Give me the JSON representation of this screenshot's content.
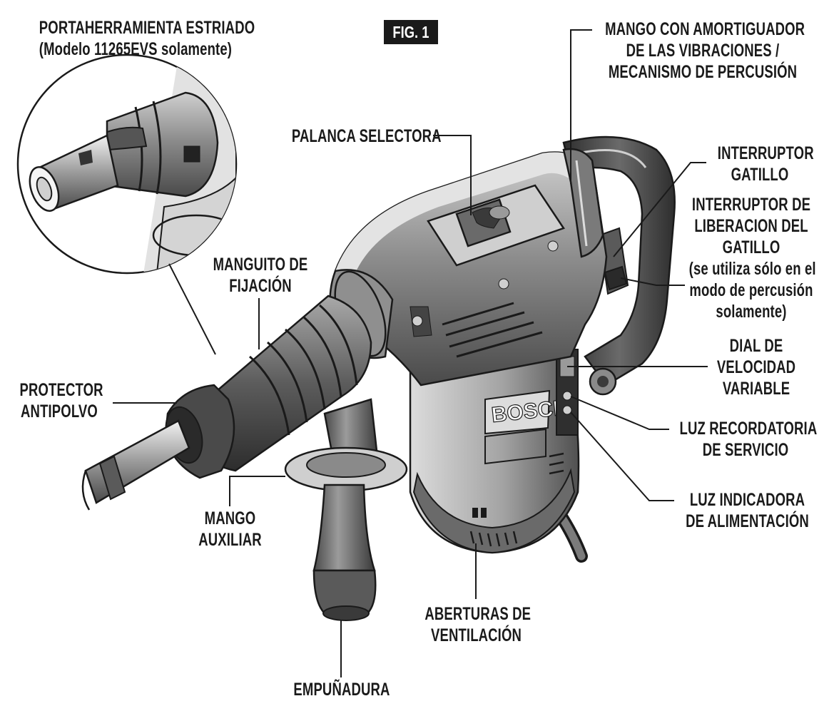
{
  "figure": {
    "badge": "FIG. 1"
  },
  "brand": "BOSCH",
  "callouts": {
    "portaherramienta": [
      "PORTAHERRAMIENTA ESTRIADO",
      "(Modelo 11265EVS solamente)"
    ],
    "mango_amortiguador": [
      "MANGO CON AMORTIGUADOR",
      "DE LAS VIBRACIONES /",
      "MECANISMO DE PERCUSIÓN"
    ],
    "palanca_selectora": [
      "PALANCA SELECTORA"
    ],
    "interruptor_gatillo": [
      "INTERRUPTOR",
      "GATILLO"
    ],
    "interruptor_liberacion": [
      "INTERRUPTOR DE",
      "LIBERACION DEL",
      "GATILLO",
      "(se utiliza sólo en el",
      "modo de percusión",
      "solamente)"
    ],
    "manguito_fijacion": [
      "MANGUITO DE",
      "FIJACIÓN"
    ],
    "dial_velocidad": [
      "DIAL DE",
      "VELOCIDAD",
      "VARIABLE"
    ],
    "protector_antipolvo": [
      "PROTECTOR",
      "ANTIPOLVO"
    ],
    "luz_recordatoria": [
      "LUZ RECORDATORIA",
      "DE SERVICIO"
    ],
    "luz_indicadora": [
      "LUZ INDICADORA",
      "DE ALIMENTACIÓN"
    ],
    "mango_auxiliar": [
      "MANGO",
      "AUXILIAR"
    ],
    "aberturas_ventilacion": [
      "ABERTURAS DE",
      "VENTILACIÓN"
    ],
    "empunadura": [
      "EMPUÑADURA"
    ]
  },
  "colors": {
    "ink": "#1a1a1a",
    "body_dark": "#3b3b3b",
    "body_mid": "#7a7a7a",
    "body_light": "#b9b9b9",
    "highlight": "#e6e6e6"
  }
}
